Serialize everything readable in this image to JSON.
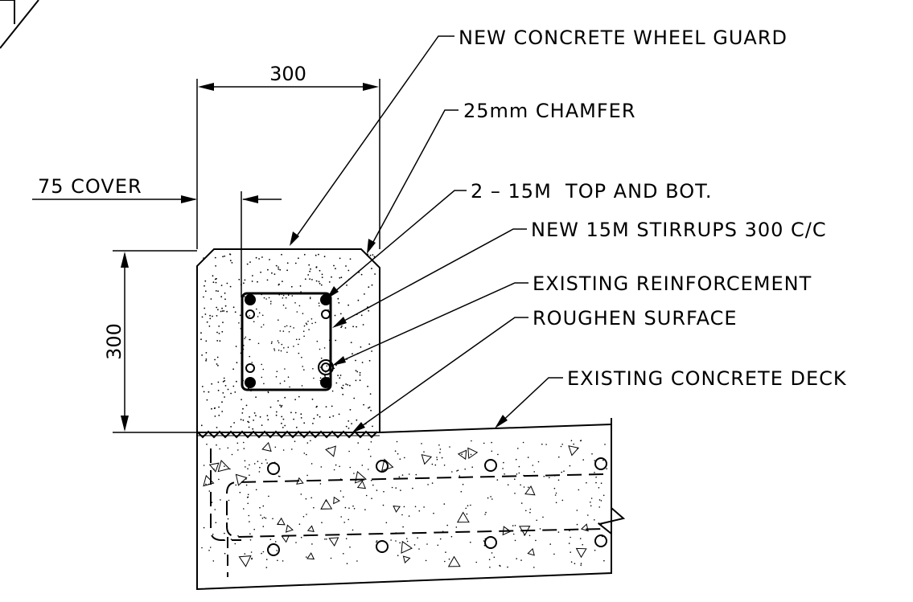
{
  "drawing": {
    "dimensions": {
      "width": "300",
      "height": "300",
      "cover": "75 COVER"
    },
    "callouts": [
      {
        "id": "wheel-guard",
        "text": "NEW CONCRETE WHEEL GUARD"
      },
      {
        "id": "chamfer",
        "text": "25mm CHAMFER"
      },
      {
        "id": "top-bot-bars",
        "text": "2 – 15M  TOP AND BOT."
      },
      {
        "id": "stirrups",
        "text": "NEW 15M STIRRUPS 300 C/C"
      },
      {
        "id": "existing-reinf",
        "text": "EXISTING REINFORCEMENT"
      },
      {
        "id": "roughen",
        "text": "ROUGHEN SURFACE"
      },
      {
        "id": "deck",
        "text": "EXISTING CONCRETE DECK"
      }
    ],
    "colors": {
      "line": "#000000",
      "background": "#ffffff"
    }
  }
}
